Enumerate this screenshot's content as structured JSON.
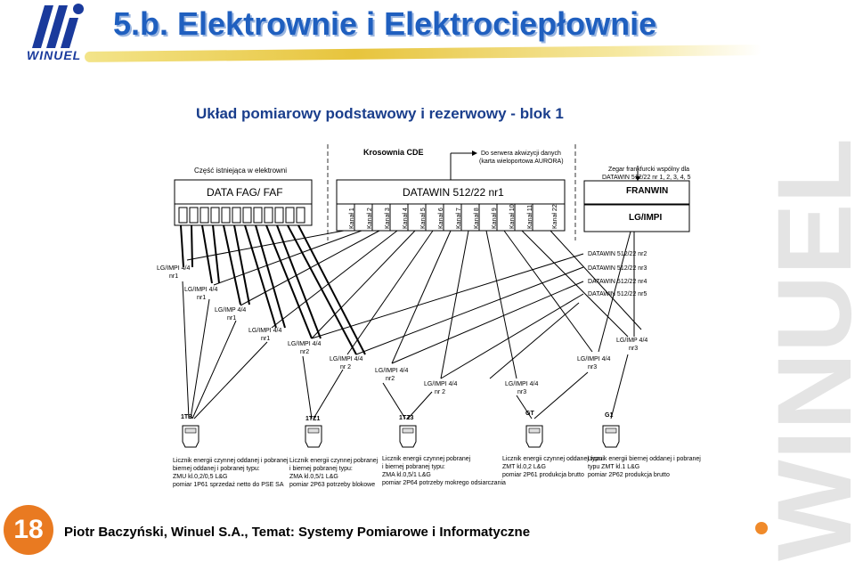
{
  "header": {
    "title": "5.b. Elektrownie i Elektrociepłownie",
    "logo_text": "WINUEL",
    "subtitle": "Układ pomiarowy podstawowy i rezerwowy - blok 1"
  },
  "diagram": {
    "existing_label": "Część istniejąca w elektrowni",
    "krosownia": "Krosownia CDE",
    "server_note_1": "Do serwera akwizycji danych",
    "server_note_2": "(karta wieloportowa AURORA)",
    "clock_note_1": "Zegar frankfurcki wspólny dla",
    "clock_note_2": "DATAWIN 512/22 nr 1, 2, 3, 4, 5",
    "box_datafag": "DATA FAG/ FAF",
    "box_datawin": "DATAWIN 512/22 nr1",
    "box_franwin": "FRANWIN",
    "box_lgimpi": "LG/IMPI",
    "channels": [
      "Kanał 1",
      "Kanał 2",
      "Kanał 3",
      "Kanał 4",
      "Kanał 5",
      "Kanał 6",
      "Kanał 7",
      "Kanał 8",
      "Kanał 9",
      "Kanał 10",
      "Kanał 11",
      "Kanał 22"
    ],
    "datawin_others": [
      "DATAWIN 512/22 nr2",
      "DATAWIN 512/22 nr3",
      "DATAWIN 512/22 nr4",
      "DATAWIN 512/22 nr5"
    ],
    "converters": [
      {
        "l1": "LG/IMPI 4/4",
        "l2": "nr1"
      },
      {
        "l1": "LG/IMPI 4/4",
        "l2": "nr1"
      },
      {
        "l1": "LG/IMP 4/4",
        "l2": "nr1"
      },
      {
        "l1": "LG/IMPI 4/4",
        "l2": "nr1"
      },
      {
        "l1": "LG/IMPI 4/4",
        "l2": "nr2"
      },
      {
        "l1": "LG/IMPI 4/4",
        "l2": "nr 2"
      },
      {
        "l1": "LG/IMPI 4/4",
        "l2": "nr2"
      },
      {
        "l1": "LG/IMPI 4/4",
        "l2": "nr 2"
      },
      {
        "l1": "LG/IMPI 4/4",
        "l2": "nr3"
      },
      {
        "l1": "LG/IMPI 4/4",
        "l2": "nr3"
      },
      {
        "l1": "LG/IMP 4/4",
        "l2": "nr3"
      }
    ],
    "meters": [
      "1TB",
      "1TZ1",
      "1TZ3",
      "GT",
      "G1"
    ],
    "meter_desc": [
      [
        "Licznik energii czynnej oddanej i pobranej",
        "biernej oddanej i pobranej typu:",
        "ZMU  kl.0,2/0,5  L&G",
        "pomiar 1P61 sprzedaż netto do PSE SA"
      ],
      [
        "Licznik energii czynnej pobranej",
        "i biernej pobranej typu:",
        "ZMA  kl.0,5/1 L&G",
        "pomiar 2P63 potrzeby blokowe"
      ],
      [
        "Licznik energii czynnej pobranej",
        "i biernej pobranej typu:",
        "ZMA  kl.0,5/1 L&G",
        "pomiar 2P64 potrzeby mokrego odsiarczania"
      ],
      [
        "Licznik energii czynnej oddanej typu:",
        "ZMT kl.0,2 L&G",
        "pomiar 2P61 produkcja brutto"
      ],
      [
        "Licznik energii biernej oddanej i pobranej",
        "typu ZMT  kl.1  L&G",
        "pomiar 2P62 produkcja brutto"
      ]
    ]
  },
  "footer": {
    "page_number": "18",
    "author": "Piotr Baczyński, Winuel S.A., Temat: Systemy Pomiarowe i Informatyczne",
    "brand_vertical": "WINUEL"
  }
}
